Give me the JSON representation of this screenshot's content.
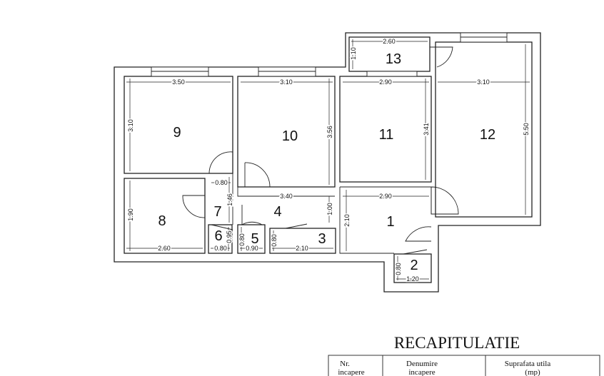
{
  "rooms": [
    "1",
    "2",
    "3",
    "4",
    "5",
    "6",
    "7",
    "8",
    "9",
    "10",
    "11",
    "12",
    "13"
  ],
  "dims": {
    "r9_w": "3.50",
    "r9_h": "3.10",
    "r10_w": "3.10",
    "r10_h": "3.56",
    "r11_w": "2.90",
    "r11_h": "3.41",
    "r12_w": "3.10",
    "r12_h": "5.50",
    "r13_w": "2.60",
    "r13_h": "1.10",
    "r8_w": "2.60",
    "r8_h": "1.90",
    "r7_w": "0.80",
    "r7_h": "1.46",
    "r4_w": "3.40",
    "r4_h": "1.00",
    "r1_w": "2.90",
    "r1_h": "2.10",
    "r6_w": "0.80",
    "r6_h": "0.95",
    "r5_w": "0.90",
    "r5_h": "0.80",
    "r3_w": "2.10",
    "r3_h": "0.80",
    "r2_w": "1.20",
    "r2_h": "0.80"
  },
  "summary": {
    "title": "RECAPITULATIE",
    "col1_l1": "Nr.",
    "col1_l2": "incapere",
    "col2_l1": "Denumire",
    "col2_l2": "incapere",
    "col3_l1": "Suprafata utila",
    "col3_l2": "(mp)"
  }
}
